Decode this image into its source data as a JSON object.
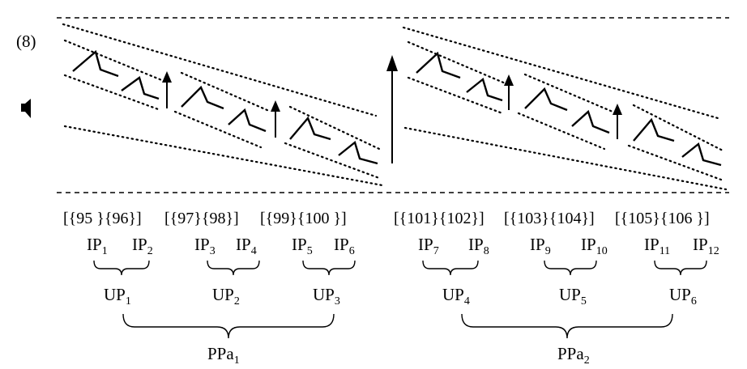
{
  "example_number": "(8)",
  "syllable_groups": [
    "[{95 }{96}]",
    "[{97}{98}]",
    "[{99}{100 }]",
    "[{101}{102}]",
    "[{103}{104}]",
    "[{105}{106 }]"
  ],
  "intonation_phrases": [
    {
      "base": "IP",
      "sub": "1"
    },
    {
      "base": "IP",
      "sub": "2"
    },
    {
      "base": "IP",
      "sub": "3"
    },
    {
      "base": "IP",
      "sub": "4"
    },
    {
      "base": "IP",
      "sub": "5"
    },
    {
      "base": "IP",
      "sub": "6"
    },
    {
      "base": "IP",
      "sub": "7"
    },
    {
      "base": "IP",
      "sub": "8"
    },
    {
      "base": "IP",
      "sub": "9"
    },
    {
      "base": "IP",
      "sub": "10"
    },
    {
      "base": "IP",
      "sub": "11"
    },
    {
      "base": "IP",
      "sub": "12"
    }
  ],
  "utterance_phrases": [
    {
      "base": "UP",
      "sub": "1"
    },
    {
      "base": "UP",
      "sub": "2"
    },
    {
      "base": "UP",
      "sub": "3"
    },
    {
      "base": "UP",
      "sub": "4"
    },
    {
      "base": "UP",
      "sub": "5"
    },
    {
      "base": "UP",
      "sub": "6"
    }
  ],
  "prosodic_paragraphs": [
    {
      "base": "PPa",
      "sub": "1"
    },
    {
      "base": "PPa",
      "sub": "2"
    }
  ],
  "icons": {
    "speaker": "speaker-icon"
  }
}
